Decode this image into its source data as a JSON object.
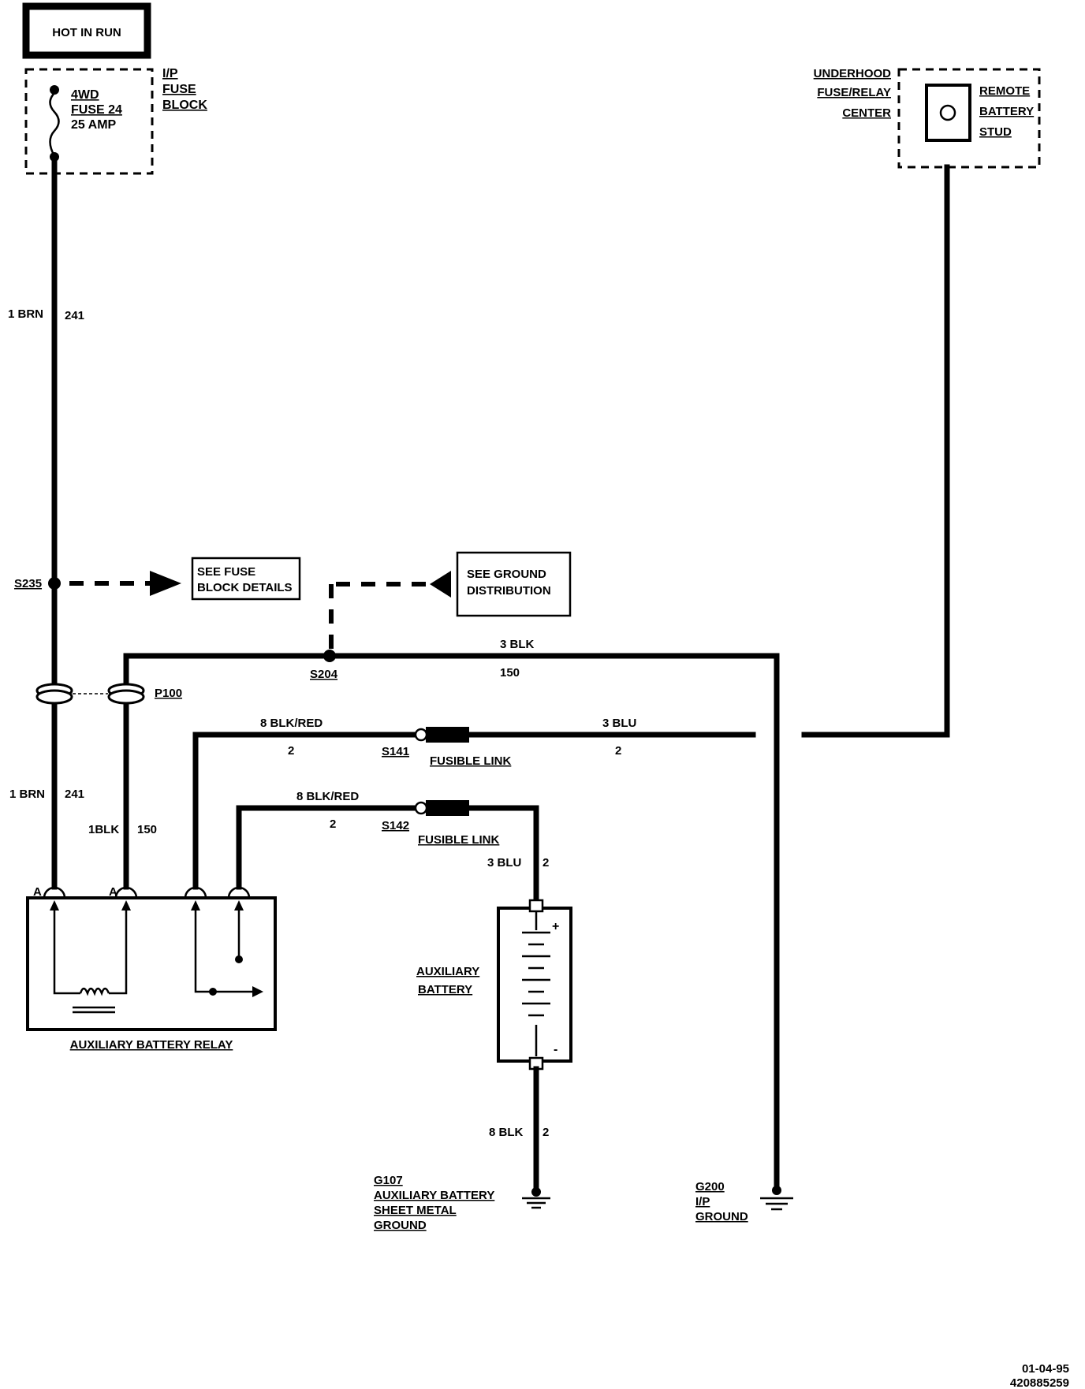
{
  "labels": {
    "hot_in_run": "HOT IN RUN",
    "fuse_name_1": "4WD",
    "fuse_name_2": "FUSE 24",
    "fuse_rating": "25 AMP",
    "ip_fuse_block_1": "I/P",
    "ip_fuse_block_2": "FUSE",
    "ip_fuse_block_3": "BLOCK",
    "underhood_1": "UNDERHOOD",
    "underhood_2": "FUSE/RELAY",
    "underhood_3": "CENTER",
    "remote_1": "REMOTE",
    "remote_2": "BATTERY",
    "remote_3": "STUD",
    "wire_brn_top": "1 BRN",
    "circuit_241_top": "241",
    "s235": "S235",
    "see_fuse_1": "SEE FUSE",
    "see_fuse_2": "BLOCK DETAILS",
    "see_ground_1": "SEE GROUND",
    "see_ground_2": "DISTRIBUTION",
    "blk3_top": "3 BLK",
    "circuit_150_top": "150",
    "s204": "S204",
    "p100": "P100",
    "blkred_1": "8 BLK/RED",
    "circuit_2_a": "2",
    "s141": "S141",
    "fusible_link_1": "FUSIBLE LINK",
    "blu3_top": "3 BLU",
    "circuit_2_b": "2",
    "wire_brn_bottom": "1 BRN",
    "circuit_241_bottom": "241",
    "blk1": "1BLK",
    "circuit_150_bottom": "150",
    "blkred_2": "8 BLK/RED",
    "circuit_2_c": "2",
    "s142": "S142",
    "fusible_link_2": "FUSIBLE LINK",
    "blu3_bottom": "3 BLU",
    "circuit_2_d": "2",
    "pin_a_1": "A",
    "pin_a_2": "A",
    "plus": "+",
    "minus": "-",
    "aux_battery_1": "AUXILIARY",
    "aux_battery_2": "BATTERY",
    "aux_relay": "AUXILIARY BATTERY RELAY",
    "blk8": "8 BLK",
    "circuit_2_e": "2",
    "g107_1": "G107",
    "g107_2": "AUXILIARY BATTERY",
    "g107_3": "SHEET METAL",
    "g107_4": "GROUND",
    "g200_1": "G200",
    "g200_2": "I/P",
    "g200_3": "GROUND",
    "date": "01-04-95",
    "doc_number": "420885259"
  }
}
